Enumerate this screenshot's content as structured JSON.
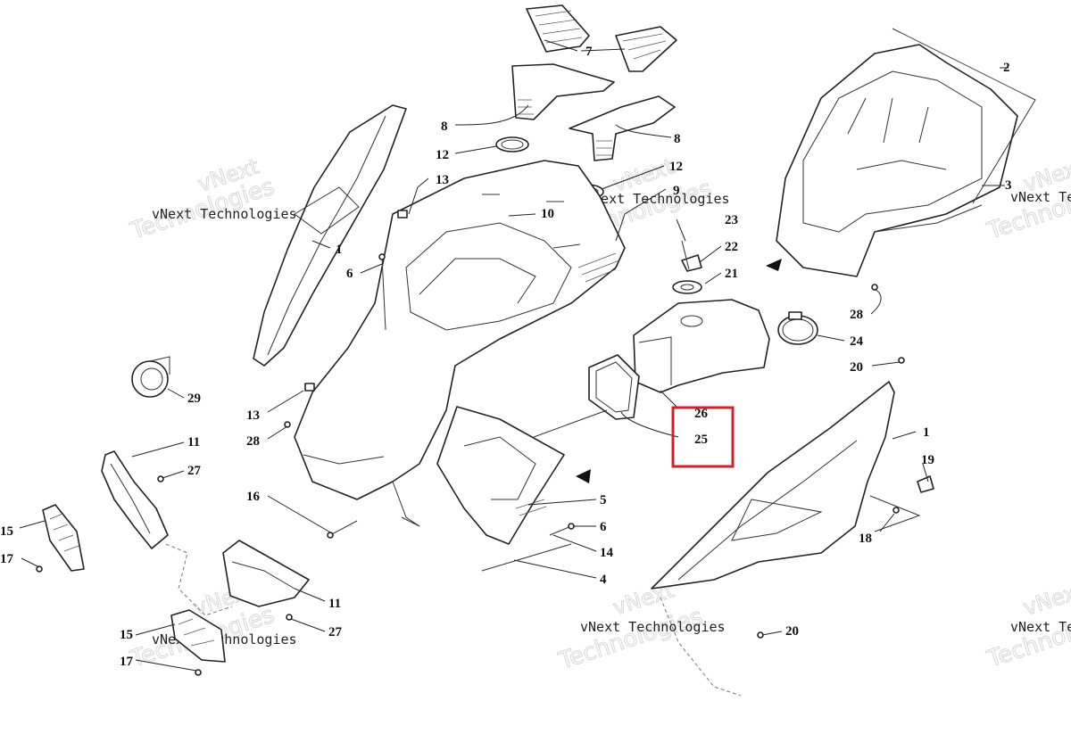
{
  "watermark": {
    "brand": "vNext",
    "company": "Technologies",
    "line": "vNext Technologies"
  },
  "callouts": {
    "c1a": "1",
    "c1b": "1",
    "c2": "2",
    "c3": "3",
    "c4": "4",
    "c5": "5",
    "c6a": "6",
    "c6b": "6",
    "c7": "7",
    "c8a": "8",
    "c8b": "8",
    "c9": "9",
    "c10": "10",
    "c11a": "11",
    "c11b": "11",
    "c12a": "12",
    "c12b": "12",
    "c13a": "13",
    "c13b": "13",
    "c14": "14",
    "c15a": "15",
    "c15b": "15",
    "c16": "16",
    "c17a": "17",
    "c17b": "17",
    "c18": "18",
    "c19": "19",
    "c20a": "20",
    "c20b": "20",
    "c21": "21",
    "c22": "22",
    "c23": "23",
    "c24": "24",
    "c25": "25",
    "c26": "26",
    "c27a": "27",
    "c27b": "27",
    "c28a": "28",
    "c28b": "28",
    "c29": "29"
  },
  "highlight": {
    "color": "#d21f2a",
    "target": "25"
  }
}
